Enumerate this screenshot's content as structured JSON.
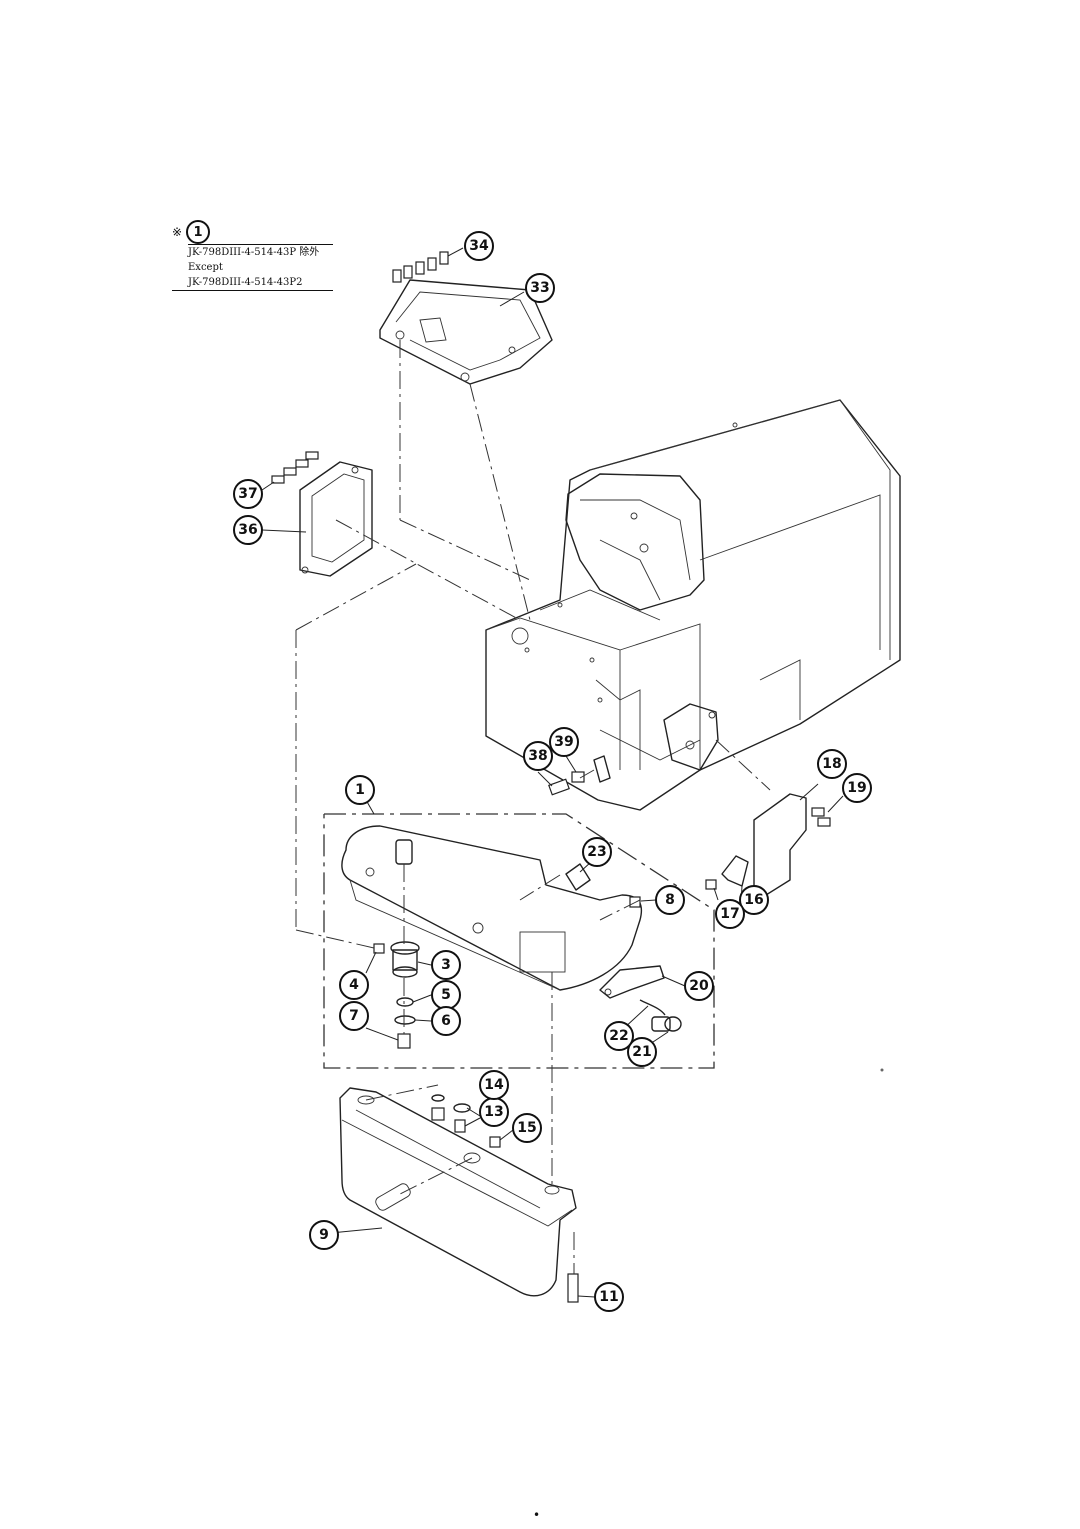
{
  "note": {
    "mark": "※",
    "ref_number": "1",
    "line1": "JK-798DIII-4-514-43P 除外",
    "line2": "Except",
    "line3": "JK-798DIII-4-514-43P2"
  },
  "callouts": {
    "n1": "1",
    "n3": "3",
    "n4": "4",
    "n5": "5",
    "n6": "6",
    "n7": "7",
    "n8": "8",
    "n9": "9",
    "n11": "11",
    "n13": "13",
    "n14": "14",
    "n15": "15",
    "n16": "16",
    "n17": "17",
    "n18": "18",
    "n19": "19",
    "n20": "20",
    "n21": "21",
    "n22": "22",
    "n23": "23",
    "n33": "33",
    "n34": "34",
    "n36": "36",
    "n37": "37",
    "n38": "38",
    "n39": "39"
  },
  "footer": {
    "dot": "•"
  }
}
